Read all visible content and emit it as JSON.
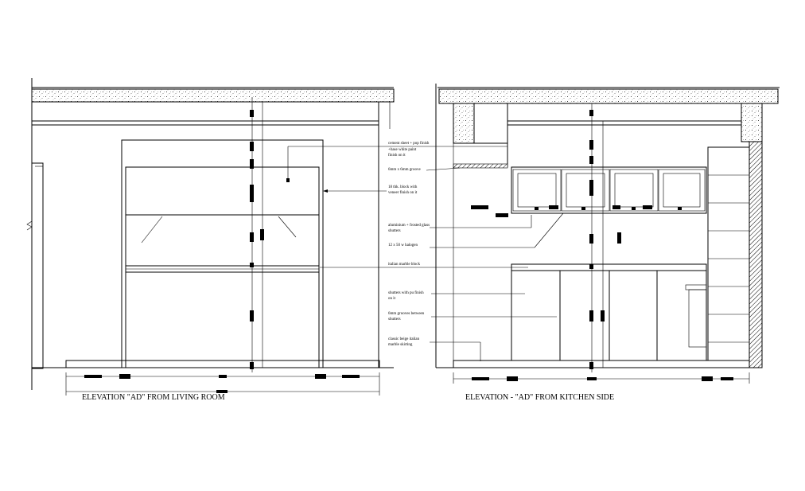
{
  "titles": {
    "left": "ELEVATION \"AD\" FROM LIVING ROOM",
    "right": "ELEVATION -  \"AD\" FROM KITCHEN SIDE"
  },
  "notes": {
    "n1": "cement sheet + pop finish",
    "n2": "+base white paint",
    "n3": "finish on it",
    "n4": "6mm x 6mm groove",
    "n5": "18 thk. block with",
    "n6": "veneer finish on it",
    "n7": "aluminium + frosted glass",
    "n8": "shutters",
    "n9": "12 x 50 w halogen",
    "n10": "italian marble block",
    "n11": "shutters with pu finish",
    "n12": "on it",
    "n13": "6mm grooves between",
    "n14": "shutters",
    "n15": "classic beige italian",
    "n16": "marble skirting"
  }
}
